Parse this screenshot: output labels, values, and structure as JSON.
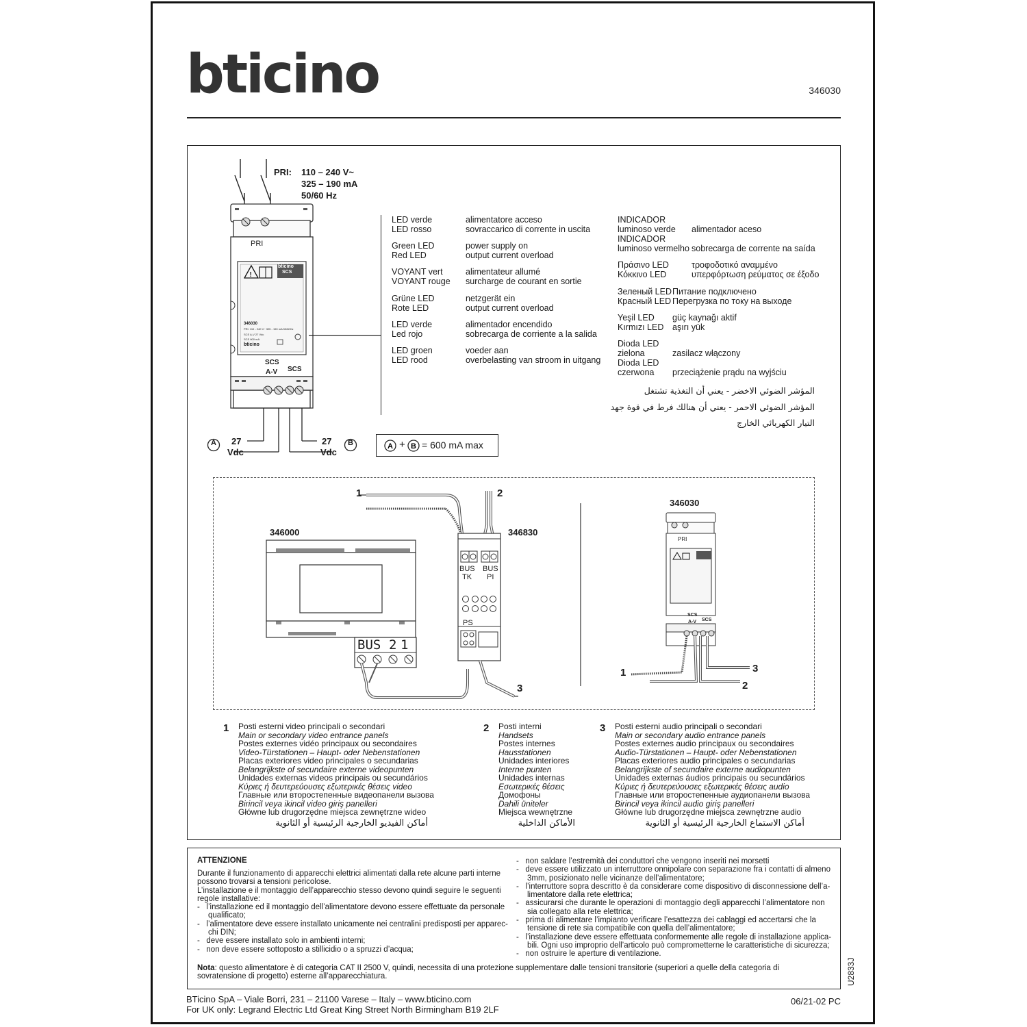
{
  "header": {
    "logo": "bticino",
    "product_code": "346030"
  },
  "primary": {
    "label": "PRI:",
    "lines": [
      "110 – 240 V~",
      "325 – 190 mA",
      "50/60 Hz"
    ]
  },
  "device": {
    "pri_label": "PRI",
    "brand_small": "bticino",
    "scs_badge": "SCS",
    "plate_code": "346030",
    "plate_line1": "PRI: 110 - 240 V~ 325 - 190 mA 50/60Hz",
    "plate_line2": "SCS A-V   27 Vdc",
    "plate_line3": "SCS   600 mA",
    "plate_brand": "bticino",
    "out_label_scs_av_1": "SCS",
    "out_label_scs_av_2": "A-V",
    "out_label_scs": "SCS"
  },
  "outputs": {
    "a_letter": "A",
    "b_letter": "B",
    "a_volts": "27",
    "a_unit": "Vdc",
    "b_volts": "27",
    "b_unit": "Vdc",
    "plus": "+",
    "max_text": "= 600 mA max"
  },
  "led_table_left": [
    {
      "labels": [
        "LED verde",
        "LED rosso"
      ],
      "values": [
        "alimentatore acceso",
        "sovraccarico di corrente in uscita"
      ]
    },
    {
      "labels": [
        "Green LED",
        "Red LED"
      ],
      "values": [
        "power supply on",
        "output current overload"
      ]
    },
    {
      "labels": [
        "VOYANT vert",
        "VOYANT rouge"
      ],
      "values": [
        "alimentateur allumé",
        "surcharge de courant en sortie"
      ]
    },
    {
      "labels": [
        "Grüne LED",
        "Rote LED"
      ],
      "values": [
        "netzgerät ein",
        "output current overload"
      ]
    },
    {
      "labels": [
        "LED verde",
        "Led rojo"
      ],
      "values": [
        "alimentador encendido",
        "sobrecarga de corriente a la salida"
      ]
    },
    {
      "labels": [
        "LED groen",
        "LED rood"
      ],
      "values": [
        "voeder aan",
        "overbelasting van stroom in uitgang"
      ]
    }
  ],
  "led_table_right": [
    {
      "labels": [
        "INDICADOR",
        "luminoso verde",
        "INDICADOR",
        "luminoso vermelho"
      ],
      "values": [
        "",
        "alimentador aceso",
        "",
        "sobrecarga de corrente na saída"
      ]
    },
    {
      "labels": [
        "Πράσινο LED",
        "Κόκκινο LED"
      ],
      "values": [
        "τροφοδοτικό αναμμένο",
        "υπερφόρτωση ρεύματος σε έξοδο"
      ]
    },
    {
      "labels": [
        "Зеленый LED",
        "Красный LED"
      ],
      "values": [
        "Питание подключено",
        "Перегрузка по току на выходе"
      ]
    },
    {
      "labels": [
        "Yeşil LED",
        "Kırmızı LED"
      ],
      "values": [
        "güç kaynağı aktif",
        "aşırı yük"
      ]
    },
    {
      "labels": [
        "Dioda LED",
        "zielona",
        "Dioda LED",
        "czerwona"
      ],
      "values": [
        "",
        "zasilacz włączony",
        "",
        "przeciążenie prądu na wyjściu"
      ]
    }
  ],
  "led_arabic": [
    "المؤشر الضوئي الاخضر - يعني أن التغذية تشتغل",
    "المؤشر الضوئي الاحمر - يعني أن هنالك فرط في قوة جهد",
    "التيار الكهربائي الخارج"
  ],
  "wiring": {
    "num_1": "1",
    "num_2": "2",
    "num_3": "3",
    "left_device_code": "346000",
    "right_device_code": "346830",
    "bus_tk_1": "BUS",
    "bus_tk_2": "TK",
    "bus_pi_1": "BUS",
    "bus_pi_2": "PI",
    "ps": "PS",
    "bus_label": "BUS",
    "terminal_2": "2",
    "terminal_1": "1",
    "psu_code": "346030",
    "psu_pri": "PRI",
    "psu_scs_av_1": "SCS",
    "psu_scs_av_2": "A-V",
    "psu_scs": "SCS"
  },
  "legend": [
    {
      "num": "1",
      "lines": [
        "Posti esterni video principali o secondari",
        "Main or secondary video entrance panels",
        "Postes externes vidéo principaux ou secondaires",
        "Video-Türstationen – Haupt- oder Nebenstationen",
        "Placas exteriores video principales o secundarias",
        "Belangrijkste of secundaire externe videopunten",
        "Unidades externas videos principais ou secundários",
        "Κύριες ή δευτερεύουσες εξωτερικές θέσεις video",
        "Главные или второстепенные видеопанели вызова",
        "Birincil veya ikincil video giriş panelleri",
        "Główne lub drugorzędne miejsca zewnętrzne wideo"
      ],
      "arabic": "أماكن الفيديو الخارجية الرئيسية أو الثانوية"
    },
    {
      "num": "2",
      "lines": [
        "Posti interni",
        "Handsets",
        "Postes internes",
        "Hausstationen",
        "Unidades interiores",
        "Interne punten",
        "Unidades internas",
        "Εσωτερικές θέσεις",
        "Домофоны",
        "Dahili üniteler",
        "Miejsca wewnętrzne"
      ],
      "arabic": "الأماكن الداخلية"
    },
    {
      "num": "3",
      "lines": [
        "Posti esterni audio principali o secondari",
        "Main or secondary audio entrance panels",
        "Postes externes audio principaux ou secondaires",
        "Audio-Türstationen – Haupt- oder Nebenstationen",
        "Placas exteriores audio principales o secundarias",
        "Belangrijkste of secundaire externe audiopunten",
        "Unidades externas áudios principais ou secundários",
        "Κύριες ή δευτερεύουσες εξωτερικές θέσεις audio",
        "Главные или второстепенные аудиопанели вызова",
        "Birincil veya ikincil audio giriş panelleri",
        "Główne lub drugorzędne miejsca zewnętrzne audio"
      ],
      "arabic": "أماكن الاستماع الخارجية الرئيسية أو الثانوية"
    }
  ],
  "warning": {
    "title": "ATTENZIONE",
    "left_lines": [
      "Durante il funzionamento di apparecchi elettrici alimentati dalla rete alcune parti interne",
      "possono trovarsi a tensioni pericolose.",
      "L’installazione e il montaggio dell’apparecchio stesso devono quindi seguire le seguenti",
      "regole installative:",
      "-   l’installazione ed il montaggio dell’alimentatore devono essere effettuate da personale",
      "     qualificato;",
      "-   l’alimentatore deve essere installato unicamente nei centralini predisposti per apparec-",
      "     chi DIN;",
      "-   deve essere installato solo in ambienti interni;",
      "-   non deve essere sottoposto a stillicidio o a spruzzi d’acqua;"
    ],
    "right_lines": [
      "-   non saldare l’estremità dei conduttori che vengono inseriti nei morsetti",
      "-   deve essere utilizzato un interruttore onnipolare con separazione fra i contatti di almeno",
      "     3mm, posizionato nelle vicinanze dell’alimentatore;",
      "-   l’interruttore sopra descritto è da considerare come dispositivo di disconnessione dell’a-",
      "     limentatore dalla rete elettrica;",
      "-   assicurarsi che durante le operazioni di montaggio degli apparecchi l’alimentatore non",
      "     sia collegato alla rete elettrica;",
      "-   prima di alimentare l’impianto verificare l’esattezza dei cablaggi ed accertarsi che la",
      "     tensione di rete sia compatibile con quella dell’alimentatore;",
      "-   l’installazione deve essere effettuata conformemente alle regole di installazione applica-",
      "     bili. Ogni uso improprio dell’articolo può comprometterne le caratteristiche di sicurezza;",
      "-   non ostruire le aperture di ventilazione."
    ],
    "note_label": "Nota",
    "note_line1": ": questo alimentatore è di categoria CAT II 2500 V, quindi, necessita di una protezione supplementare dalle tensioni transitorie (superiori a quelle della categoria di",
    "note_line2": "sovratensione di progetto) esterne all’apparecchiatura."
  },
  "doc_code_vertical": "U2833J",
  "footer": {
    "line1": "BTicino SpA – Viale Borri, 231 – 21100 Varese – Italy – www.bticino.com",
    "line2": "For UK only: Legrand Electric Ltd Great King Street North Birmingham B19 2LF",
    "date": "06/21-02 PC"
  }
}
